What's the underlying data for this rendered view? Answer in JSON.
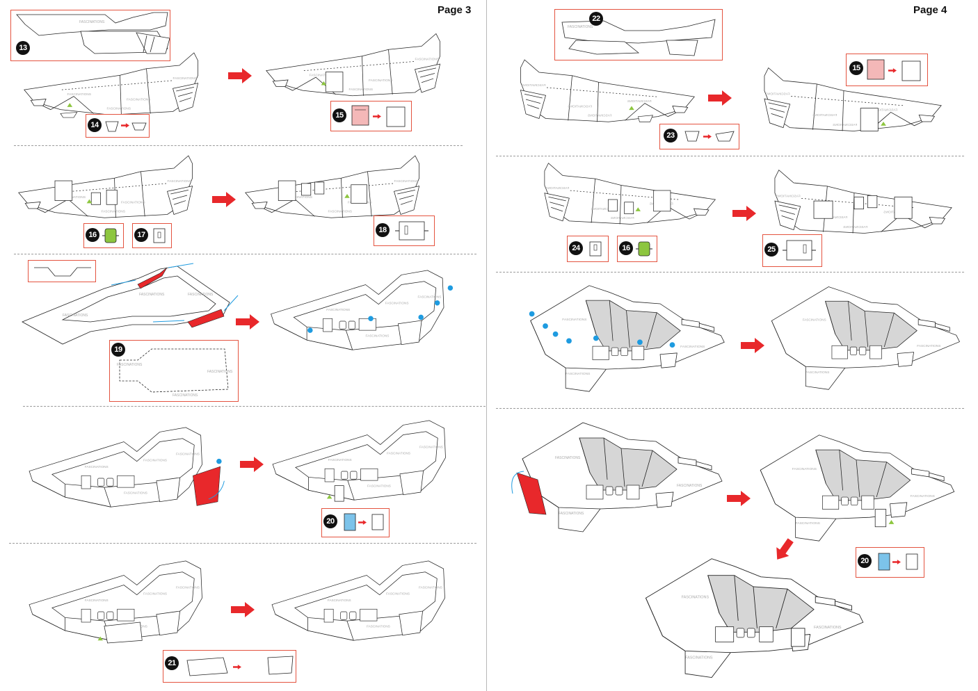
{
  "pages": [
    {
      "label": "Page 3"
    },
    {
      "label": "Page 4"
    }
  ],
  "watermark": "FASCINATIONS",
  "steps": {
    "s13": "13",
    "s14": "14",
    "s15": "15",
    "s16": "16",
    "s17": "17",
    "s18": "18",
    "s19": "19",
    "s20": "20",
    "s21": "21",
    "s22": "22",
    "s23": "23",
    "s24": "24",
    "s25": "25"
  },
  "colors": {
    "accent_red": "#e8282b",
    "box_border": "#e4533f",
    "pink_part": "#f4b8b8",
    "green_part": "#8dc63f",
    "blue_part": "#7cc3ea",
    "blue_dot": "#1e9be0",
    "gray_panel": "#d6d6d6",
    "triangle_green": "#8dc63f"
  },
  "icons": [
    "next-step-arrow-icon",
    "connector-arrow-icon",
    "fold-direction-icon",
    "glue-point-dot-icon"
  ]
}
